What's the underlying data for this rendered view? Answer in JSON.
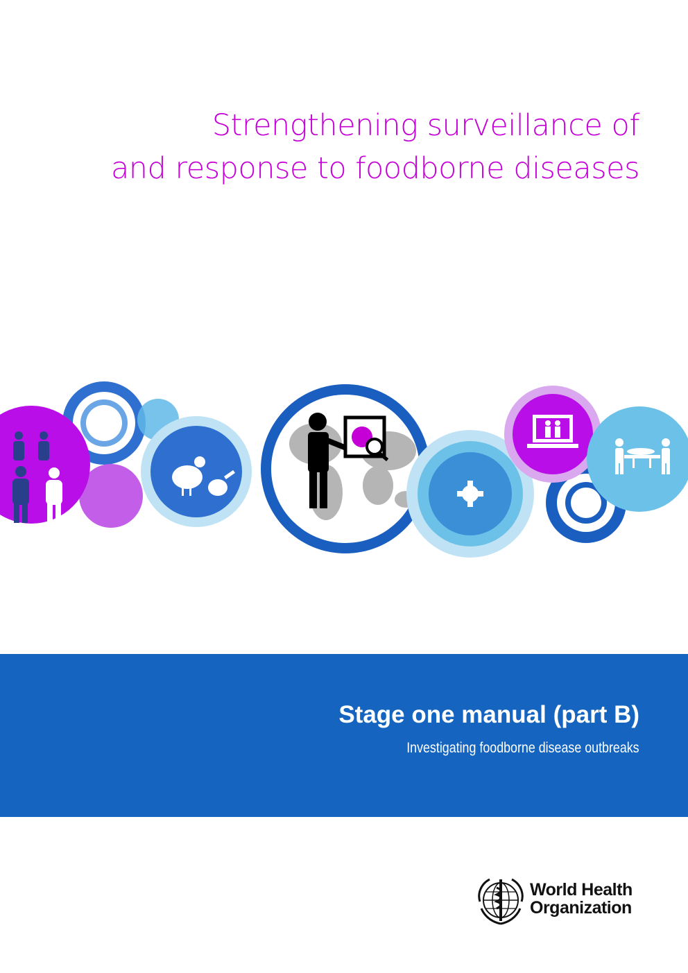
{
  "cover": {
    "title_line1": "Strengthening surveillance of",
    "title_line2": "and response to foodborne diseases",
    "subtitle": "Stage one manual (part B)",
    "subsubtitle": "Investigating foodborne disease outbreaks"
  },
  "publisher": {
    "name_line1": "World Health",
    "name_line2": "Organization",
    "emblem_icon": "who-emblem-icon"
  },
  "icons": [
    "sick-people-icon",
    "chicken-and-drumstick-icon",
    "investigator-with-food-magnifier-icon",
    "bacteria-gear-icon",
    "laptop-family-icon",
    "stretcher-patient-icon"
  ],
  "colors": {
    "title": "#c400d6",
    "band": "#1565c0",
    "magenta": "#b90ee8",
    "dark_blue": "#1a5fc0",
    "mid_blue": "#3a8fd6",
    "light_blue": "#6cc1e8"
  }
}
